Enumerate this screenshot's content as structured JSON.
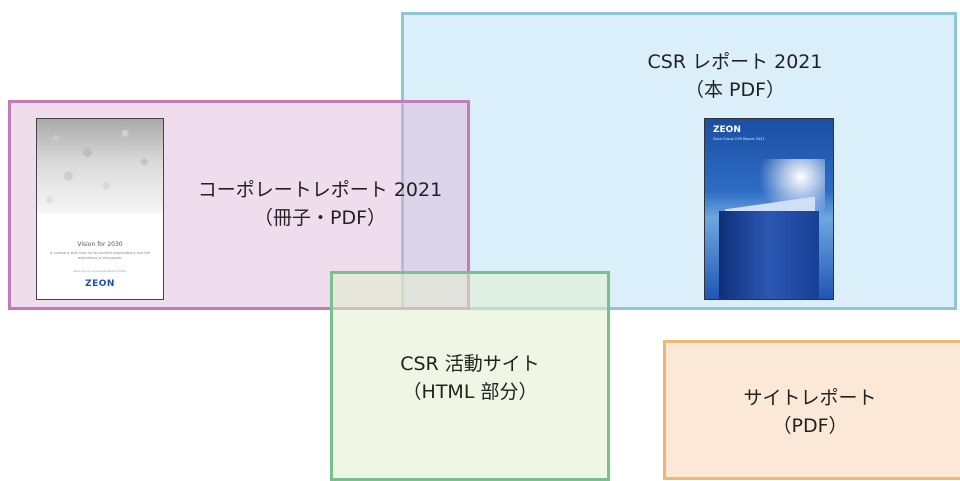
{
  "boxes": {
    "corporate": {
      "line1": "コーポレートレポート 2021",
      "line2": "（冊子・PDF）",
      "cover": {
        "heading": "Vision for 2030",
        "subtext": "A company that lives up to societal expectations and the aspirations of employees",
        "small": "Zeon Group  Corporate Report 2021",
        "logo": "ZEON"
      }
    },
    "csr": {
      "line1": "CSR レポート 2021",
      "line2": "（本 PDF）",
      "cover": {
        "logo": "ZEON",
        "title": "Zeon Group  CSR Report 2021"
      }
    },
    "activity": {
      "line1": "CSR 活動サイト",
      "line2": "（HTML 部分）"
    },
    "site": {
      "line1": "サイトレポート",
      "line2": "（PDF）"
    }
  },
  "colors": {
    "corporate_border": "#c27bb6",
    "csr_border": "#8ec6d8",
    "activity_border": "#78c08c",
    "site_border": "#ecb873"
  }
}
